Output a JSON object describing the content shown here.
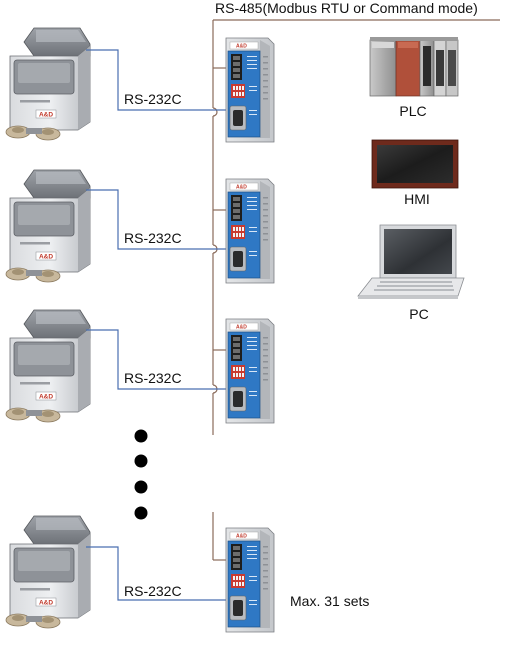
{
  "header": {
    "bus_label": "RS-485(Modbus RTU or Command mode)"
  },
  "rows": [
    {
      "link_label": "RS-232C"
    },
    {
      "link_label": "RS-232C"
    },
    {
      "link_label": "RS-232C"
    },
    {
      "link_label": "RS-232C"
    }
  ],
  "hosts": [
    {
      "label": "PLC"
    },
    {
      "label": "HMI"
    },
    {
      "label": "PC"
    }
  ],
  "footer": {
    "max_note": "Max. 31 sets"
  },
  "colors": {
    "bus_line": "#8a6a5a",
    "serial_line": "#4a6fb0",
    "converter_blue": "#2f78c4",
    "plc_red": "#b0503a"
  }
}
